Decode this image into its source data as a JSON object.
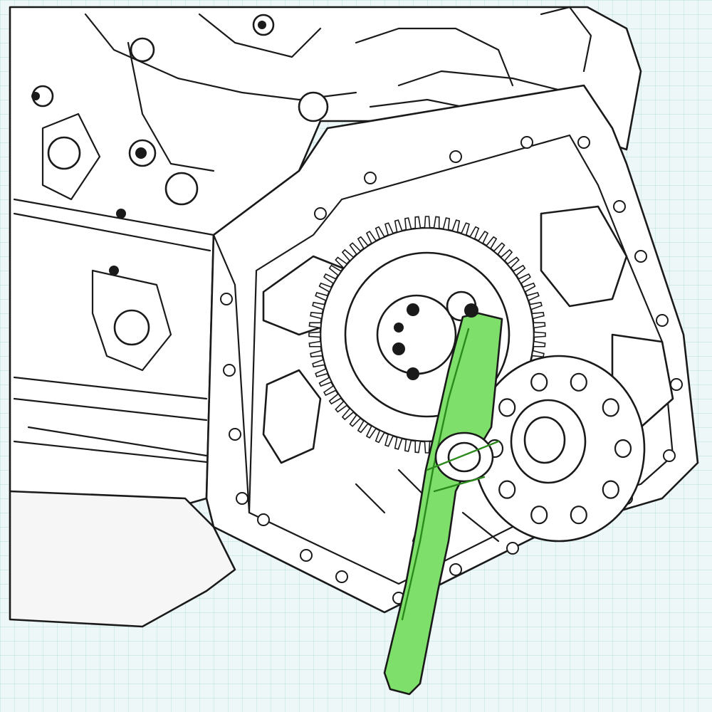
{
  "figure": {
    "kind": "engine front timing-gear housing with holding tool (technical line drawing)",
    "colors": {
      "paper": "#eef7f7",
      "grid": "#b8dedc",
      "ink": "#1a1a1a",
      "fill": "#ffffff",
      "shadow": "#f6f6f6",
      "tool": "#7ee06a",
      "tool_dark": "#2c8a1c"
    },
    "parts": [
      {
        "id": "cylinder-block",
        "label": ""
      },
      {
        "id": "timing-case-plate",
        "label": ""
      },
      {
        "id": "idler-gear",
        "label": ""
      },
      {
        "id": "crankshaft-hub",
        "label": ""
      },
      {
        "id": "holding-tool",
        "label": ""
      }
    ]
  }
}
